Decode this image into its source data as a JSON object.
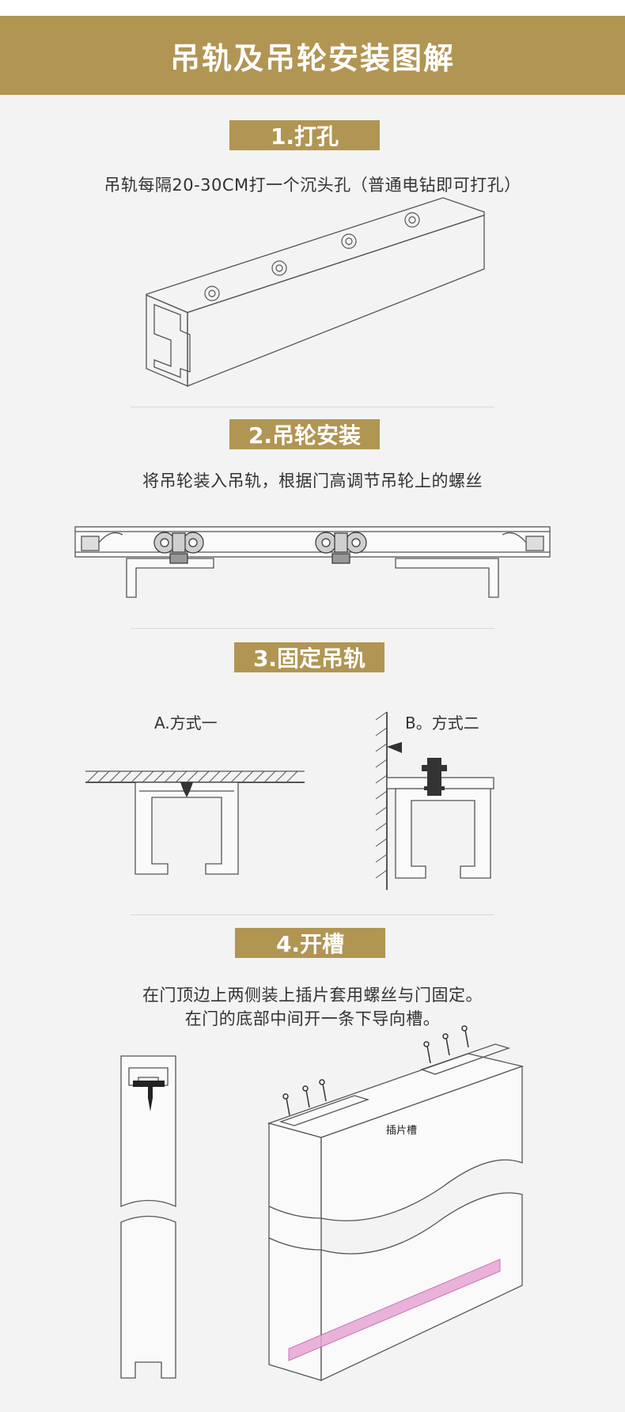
{
  "header": {
    "title": "吊轨及吊轮安装图解"
  },
  "steps": [
    {
      "label": "1.打孔",
      "caption": "吊轨每隔20-30CM打一个沉头孔（普通电钻即可打孔）"
    },
    {
      "label": "2.吊轮安装",
      "caption": "将吊轮装入吊轨，根据门高调节吊轮上的螺丝"
    },
    {
      "label": "3.固定吊轨",
      "method_a": "A.方式一",
      "method_b": "B。方式二"
    },
    {
      "label": "4.开槽",
      "caption_line1": "在门顶边上两侧装上插片套用螺丝与门固定。",
      "caption_line2": "在门的底部中间开一条下导向槽。",
      "slot_note": "插片槽"
    }
  ],
  "colors": {
    "banner": "#b19553",
    "background": "#f3f3f3",
    "groove_highlight": "#e7a6d4"
  }
}
